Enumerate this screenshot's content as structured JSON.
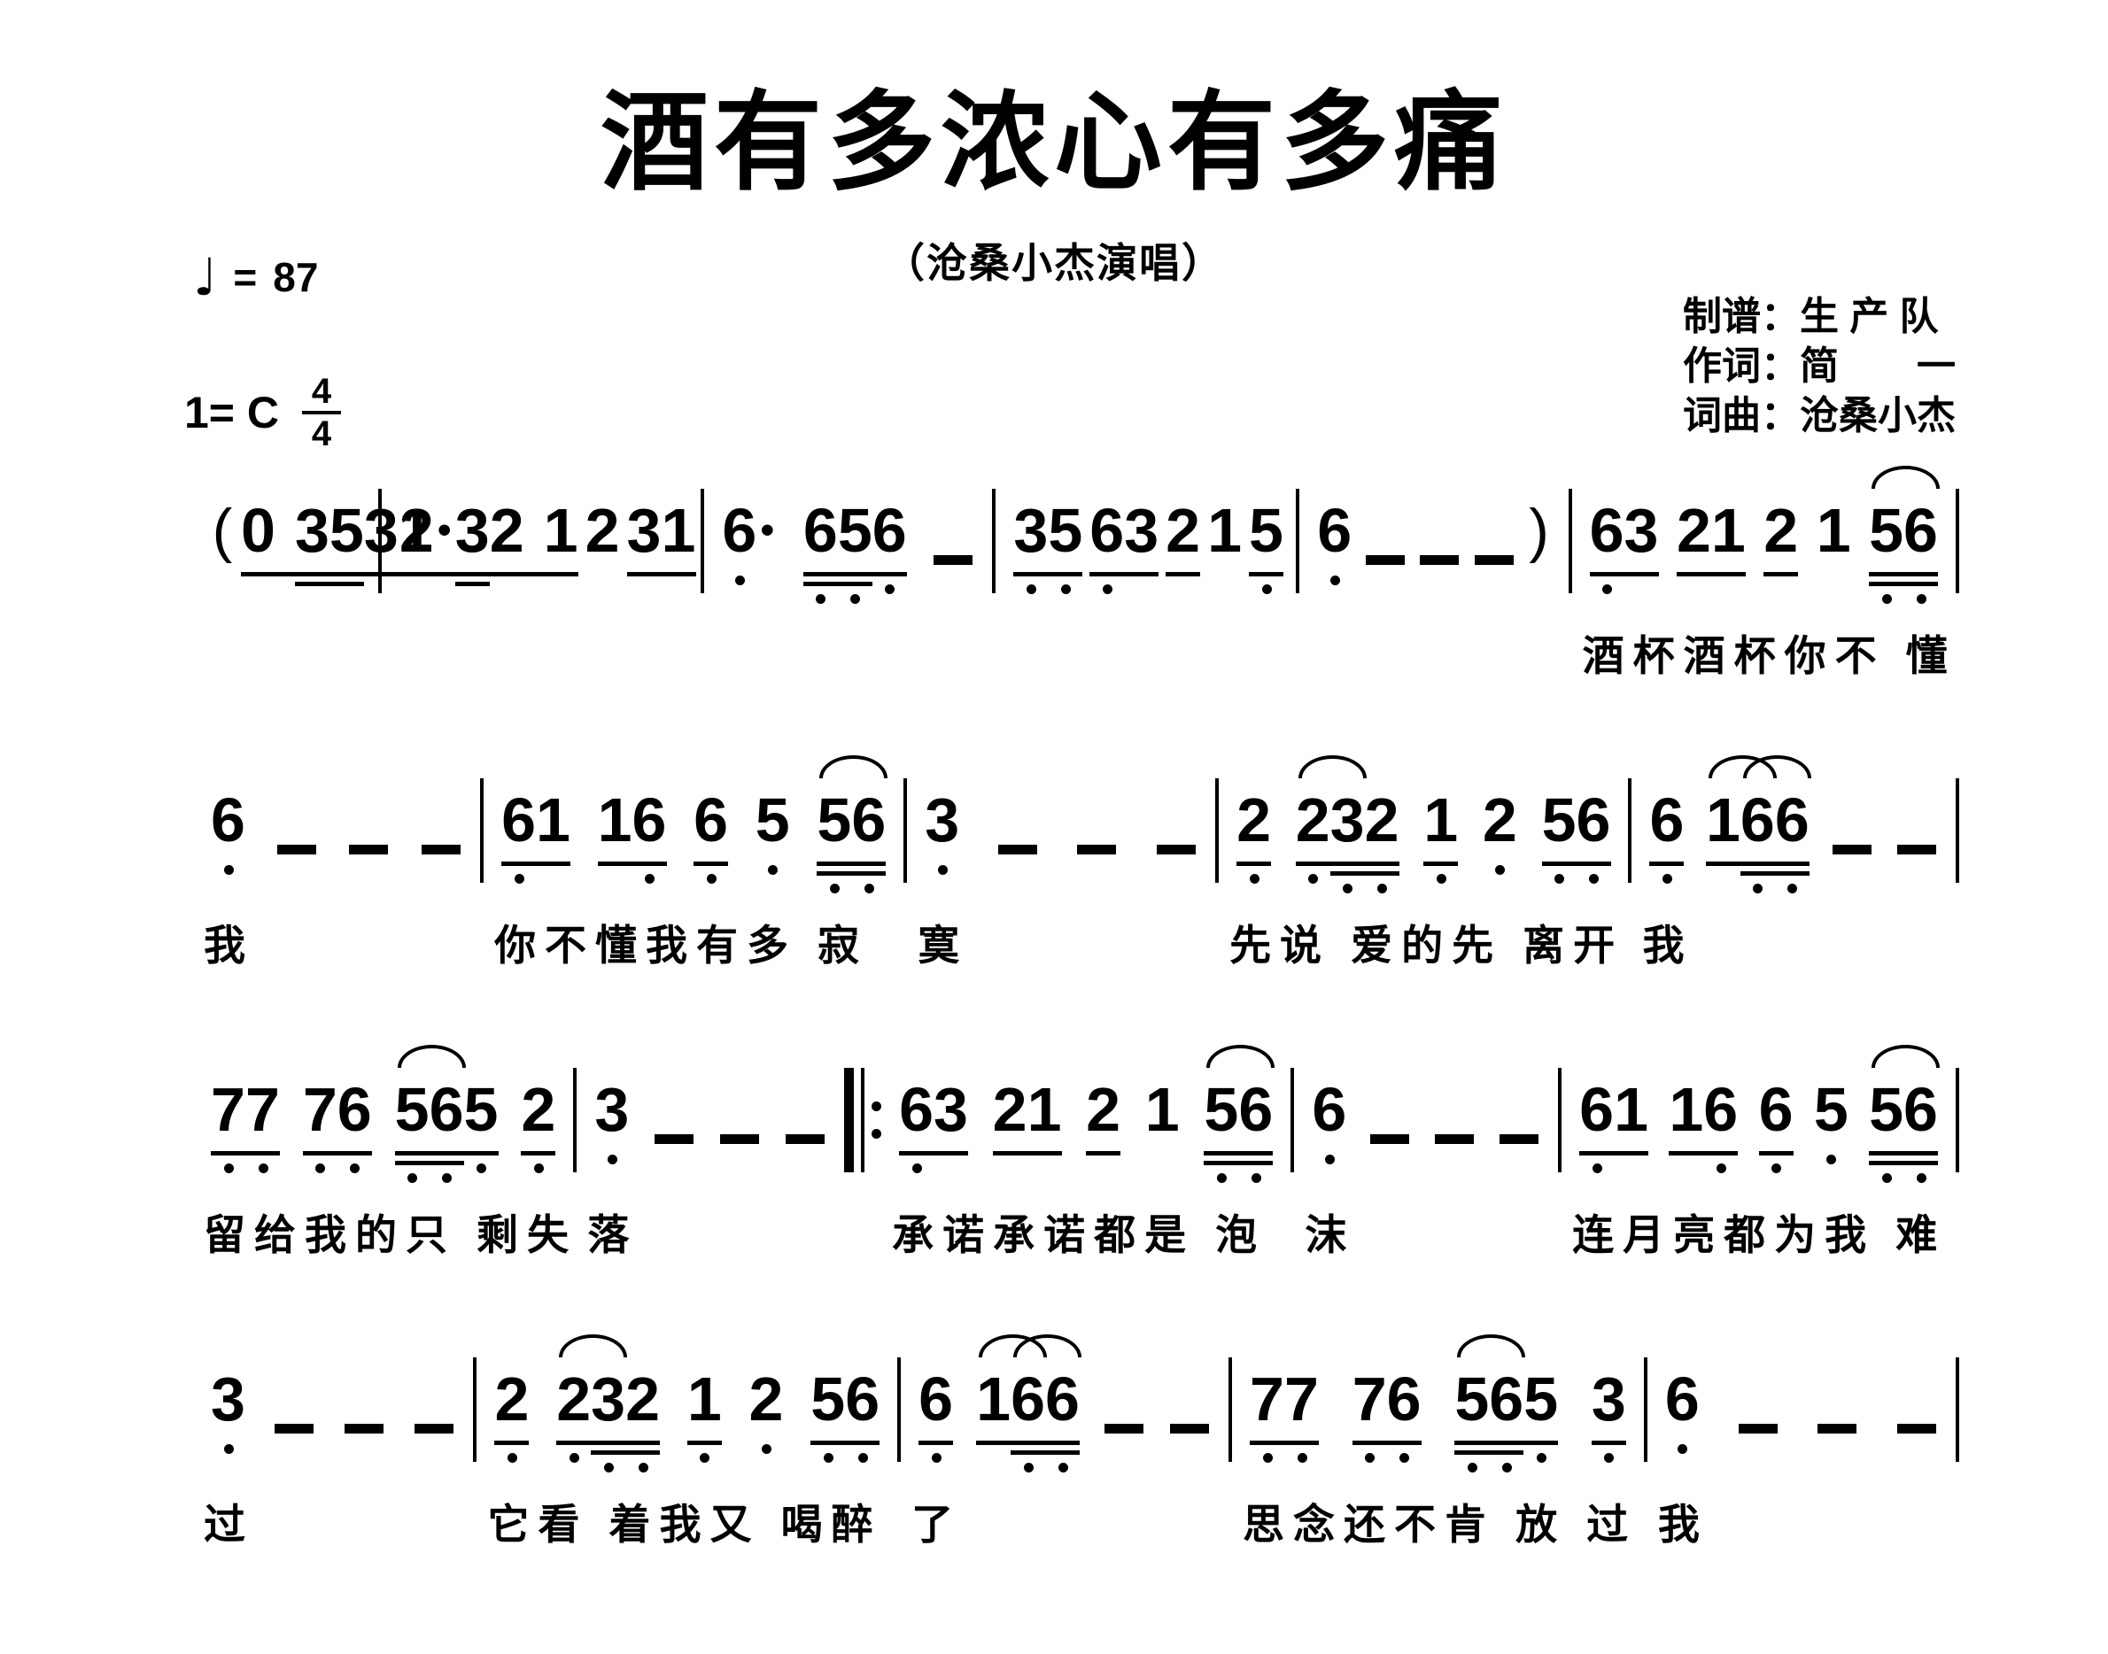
{
  "page": {
    "background": "#ffffff",
    "ink": "#000000"
  },
  "header": {
    "title": "酒有多浓心有多痛",
    "subtitle": "（沧桑小杰演唱）",
    "tempo": {
      "note_symbol": "♩",
      "equals": "=",
      "bpm": "87"
    },
    "key": {
      "label": "1= C",
      "meter_top": "4",
      "meter_bottom": "4"
    },
    "credits": [
      {
        "role": "制谱：",
        "name": "生 产 队"
      },
      {
        "role": "作词：",
        "name": "简　　一"
      },
      {
        "role": "词曲：",
        "name": "沧桑小杰"
      }
    ]
  },
  "score": {
    "notation_legend": "t=digits of note cluster, u=underline(beam) count, sub=16th sub-beam char range, low=chars with low-octave dot below, arcs=slur/tie ranges, '-'=duration dash, '·'=augmentation dot",
    "systems": [
      {
        "measures": [
          {
            "w": 10.6,
            "lyric": "",
            "groups": [
              {
                "t": "(",
                "paren": true
              },
              {
                "t": "0 3531",
                "u": 1,
                "sub": [
                  2,
                  3
                ]
              }
            ]
          },
          {
            "w": 18.3,
            "lyric": "",
            "groups": [
              {
                "t": "2·32 1",
                "u": 1,
                "sub": [
                  2,
                  2
                ]
              },
              {
                "t": "2",
                "u": 0
              },
              {
                "t": "31",
                "u": 1
              }
            ]
          },
          {
            "w": 16.5,
            "lyric": "",
            "groups": [
              {
                "t": "6·",
                "u": 0,
                "low": [
                  0
                ]
              },
              {
                "t": "656",
                "u": 1,
                "sub": [
                  0,
                  1
                ],
                "low": [
                  0,
                  1,
                  2
                ]
              },
              {
                "t": "-"
              }
            ]
          },
          {
            "w": 17.2,
            "lyric": "",
            "groups": [
              {
                "t": "35",
                "u": 1,
                "low": [
                  0,
                  1
                ]
              },
              {
                "t": "63",
                "u": 1,
                "low": [
                  0
                ]
              },
              {
                "t": "2",
                "u": 1
              },
              {
                "t": "1",
                "u": 0
              },
              {
                "t": "5",
                "u": 1,
                "low": [
                  0
                ]
              }
            ]
          },
          {
            "w": 15.4,
            "lyric": "",
            "groups": [
              {
                "t": "6",
                "u": 0,
                "low": [
                  0
                ]
              },
              {
                "t": "-"
              },
              {
                "t": "-"
              },
              {
                "t": "-"
              },
              {
                "t": ")",
                "paren": true
              }
            ]
          },
          {
            "w": 22.0,
            "lyric": "酒杯酒杯你不 懂",
            "groups": [
              {
                "t": "63",
                "u": 1,
                "low": [
                  0
                ]
              },
              {
                "t": "21",
                "u": 1
              },
              {
                "t": "2",
                "u": 1
              },
              {
                "t": "1",
                "u": 0
              },
              {
                "t": "56",
                "u": 2,
                "low": [
                  0,
                  1
                ],
                "arc": true
              }
            ]
          }
        ]
      },
      {
        "measures": [
          {
            "w": 16.4,
            "lyric": "我",
            "groups": [
              {
                "t": "6",
                "u": 0,
                "low": [
                  0
                ]
              },
              {
                "t": "-"
              },
              {
                "t": "-"
              },
              {
                "t": "-"
              }
            ]
          },
          {
            "w": 24.0,
            "lyric": "你不懂我有多 寂",
            "groups": [
              {
                "t": "61",
                "u": 1,
                "low": [
                  0
                ]
              },
              {
                "t": "16",
                "u": 1,
                "low": [
                  1
                ]
              },
              {
                "t": "6",
                "u": 1,
                "low": [
                  0
                ]
              },
              {
                "t": "5",
                "u": 0,
                "low": [
                  0
                ]
              },
              {
                "t": "56",
                "u": 2,
                "low": [
                  0,
                  1
                ],
                "arc": true
              }
            ]
          },
          {
            "w": 17.6,
            "lyric": "寞",
            "groups": [
              {
                "t": "3",
                "u": 0,
                "low": [
                  0
                ]
              },
              {
                "t": "-"
              },
              {
                "t": "-"
              },
              {
                "t": "-"
              }
            ]
          },
          {
            "w": 23.4,
            "lyric": "先说 爱的先 离开",
            "groups": [
              {
                "t": "2",
                "u": 1,
                "low": [
                  0
                ]
              },
              {
                "t": "232",
                "u": 1,
                "sub": [
                  1,
                  2
                ],
                "low": [
                  0,
                  1,
                  2
                ],
                "arcs": [
                  [
                    0,
                    1
                  ]
                ]
              },
              {
                "t": "1",
                "u": 1,
                "low": [
                  0
                ]
              },
              {
                "t": "2",
                "u": 0,
                "low": [
                  0
                ]
              },
              {
                "t": "56",
                "u": 1,
                "low": [
                  0,
                  1
                ]
              }
            ]
          },
          {
            "w": 18.5,
            "lyric": "我",
            "groups": [
              {
                "t": "6",
                "u": 1,
                "low": [
                  0
                ]
              },
              {
                "t": "166",
                "u": 1,
                "sub": [
                  1,
                  2
                ],
                "low": [
                  1,
                  2
                ],
                "arcs": [
                  [
                    0,
                    1
                  ],
                  [
                    1,
                    2
                  ]
                ]
              },
              {
                "t": "-"
              },
              {
                "t": "-"
              }
            ]
          }
        ]
      },
      {
        "measures": [
          {
            "w": 22.2,
            "lyric": "留给我的只 剩失",
            "groups": [
              {
                "t": "77",
                "u": 1,
                "low": [
                  0,
                  1
                ]
              },
              {
                "t": "76",
                "u": 1,
                "low": [
                  0,
                  1
                ]
              },
              {
                "t": "565",
                "u": 1,
                "sub": [
                  0,
                  1
                ],
                "low": [
                  0,
                  1,
                  2
                ],
                "arcs": [
                  [
                    0,
                    1
                  ]
                ]
              },
              {
                "t": "2",
                "u": 1,
                "low": [
                  0
                ]
              }
            ]
          },
          {
            "w": 15.6,
            "lyric": "落",
            "groups": [
              {
                "t": "3",
                "u": 0,
                "low": [
                  0
                ]
              },
              {
                "t": "-"
              },
              {
                "t": "-"
              },
              {
                "t": "-"
              }
            ]
          },
          {
            "w": 23.9,
            "lyric": "承诺承诺都是 泡",
            "repeat_before": true,
            "groups": [
              {
                "t": "63",
                "u": 1,
                "low": [
                  0
                ]
              },
              {
                "t": "21",
                "u": 1
              },
              {
                "t": "2",
                "u": 1
              },
              {
                "t": "1",
                "u": 0
              },
              {
                "t": "56",
                "u": 2,
                "low": [
                  0,
                  1
                ],
                "arc": true
              }
            ]
          },
          {
            "w": 15.4,
            "lyric": "沫",
            "groups": [
              {
                "t": "6",
                "u": 0,
                "low": [
                  0
                ]
              },
              {
                "t": "-"
              },
              {
                "t": "-"
              },
              {
                "t": "-"
              }
            ]
          },
          {
            "w": 23.0,
            "lyric": "连月亮都为我 难",
            "groups": [
              {
                "t": "61",
                "u": 1,
                "low": [
                  0
                ]
              },
              {
                "t": "16",
                "u": 1,
                "low": [
                  1
                ]
              },
              {
                "t": "6",
                "u": 1,
                "low": [
                  0
                ]
              },
              {
                "t": "5",
                "u": 0,
                "low": [
                  0
                ]
              },
              {
                "t": "56",
                "u": 2,
                "low": [
                  0,
                  1
                ],
                "arc": true
              }
            ]
          }
        ]
      },
      {
        "measures": [
          {
            "w": 16.0,
            "lyric": "过",
            "groups": [
              {
                "t": "3",
                "u": 0,
                "low": [
                  0
                ]
              },
              {
                "t": "-"
              },
              {
                "t": "-"
              },
              {
                "t": "-"
              }
            ]
          },
          {
            "w": 24.0,
            "lyric": "它看 着我又 喝醉",
            "groups": [
              {
                "t": "2",
                "u": 1,
                "low": [
                  0
                ]
              },
              {
                "t": "232",
                "u": 1,
                "sub": [
                  1,
                  2
                ],
                "low": [
                  0,
                  1,
                  2
                ],
                "arcs": [
                  [
                    0,
                    1
                  ]
                ]
              },
              {
                "t": "1",
                "u": 1,
                "low": [
                  0
                ]
              },
              {
                "t": "2",
                "u": 0,
                "low": [
                  0
                ]
              },
              {
                "t": "56",
                "u": 1,
                "low": [
                  0,
                  1
                ]
              }
            ]
          },
          {
            "w": 18.7,
            "lyric": "了",
            "groups": [
              {
                "t": "6",
                "u": 1,
                "low": [
                  0
                ]
              },
              {
                "t": "166",
                "u": 1,
                "sub": [
                  1,
                  2
                ],
                "low": [
                  1,
                  2
                ],
                "arcs": [
                  [
                    0,
                    1
                  ],
                  [
                    1,
                    2
                  ]
                ]
              },
              {
                "t": "-"
              },
              {
                "t": "-"
              }
            ]
          },
          {
            "w": 23.5,
            "lyric": "思念还不肯 放 过",
            "groups": [
              {
                "t": "77",
                "u": 1,
                "low": [
                  0,
                  1
                ]
              },
              {
                "t": "76",
                "u": 1,
                "low": [
                  0,
                  1
                ]
              },
              {
                "t": "565",
                "u": 1,
                "sub": [
                  0,
                  1
                ],
                "low": [
                  0,
                  1,
                  2
                ],
                "arcs": [
                  [
                    0,
                    1
                  ]
                ]
              },
              {
                "t": "3",
                "u": 1,
                "low": [
                  0
                ]
              }
            ]
          },
          {
            "w": 17.6,
            "lyric": "我",
            "groups": [
              {
                "t": "6",
                "u": 0,
                "low": [
                  0
                ]
              },
              {
                "t": "-"
              },
              {
                "t": "-"
              },
              {
                "t": "-"
              }
            ]
          }
        ]
      }
    ]
  }
}
